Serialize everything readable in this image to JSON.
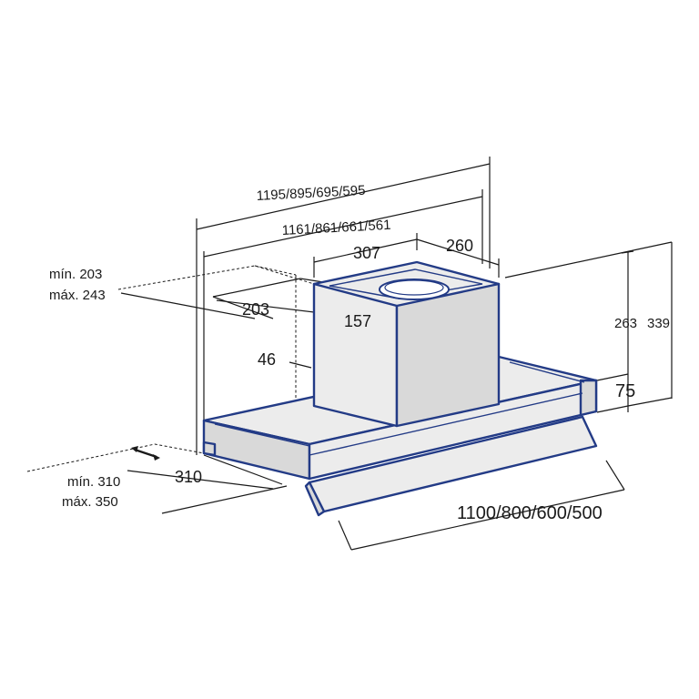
{
  "diagram": {
    "labels": {
      "width_total": "1195/895/695/595",
      "width_inner": "1161/861/661/561",
      "chimney_width": "307",
      "chimney_depth": "260",
      "chimney_inner": "203",
      "outlet_depth": "157",
      "height_offset": "46",
      "height_263": "263",
      "height_339": "339",
      "height_75": "75",
      "depth_310": "310",
      "min_203": "mín. 203",
      "max_243": "máx. 243",
      "min_310": "mín. 310",
      "max_350": "máx. 350",
      "front_width": "1100/800/600/500"
    },
    "colors": {
      "outline": "#233b86",
      "panel": "#ececec",
      "panel_shade": "#d9d9d9",
      "dimension_line": "#1a1a1a"
    }
  }
}
